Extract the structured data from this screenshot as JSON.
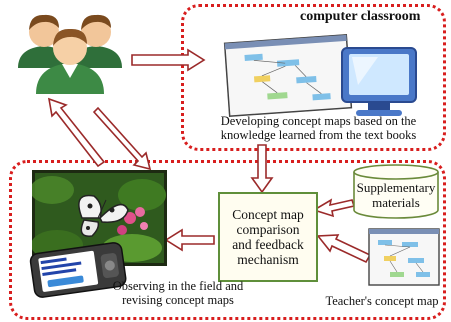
{
  "classroom": {
    "title": "computer classroom",
    "caption_line1": "Developing concept maps based on the",
    "caption_line2": "knowledge learned from the text books"
  },
  "central_box": {
    "line1": "Concept map",
    "line2": "comparison",
    "line3": "and feedback",
    "line4": "mechanism"
  },
  "supplementary": {
    "line1": "Supplementary",
    "line2": "materials"
  },
  "teacher_map": {
    "caption": "Teacher's concept map"
  },
  "field": {
    "caption_line1": "Observing in the field and",
    "caption_line2": "revising concept maps"
  },
  "colors": {
    "region_border": "#d81e1e",
    "arrow": "#9b2a2a",
    "box_border": "#5f8f3a",
    "cylinder_border": "#6a8a3a"
  },
  "icons": [
    "students-group-icon",
    "computer-monitor-icon",
    "butterfly-photo",
    "mobile-device-icon"
  ]
}
